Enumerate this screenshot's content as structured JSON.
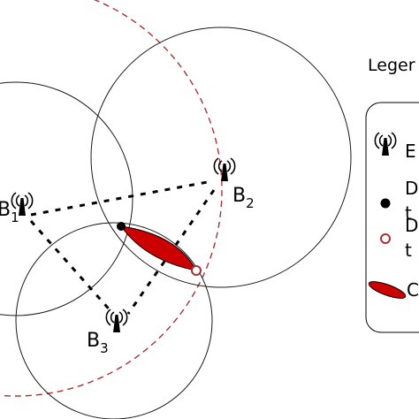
{
  "diagram": {
    "stations": [
      {
        "id": "b1",
        "letter": "B",
        "sub": "1",
        "icon": "antenna-tower-icon"
      },
      {
        "id": "b2",
        "letter": "B",
        "sub": "2",
        "icon": "antenna-tower-icon"
      },
      {
        "id": "b3",
        "letter": "B",
        "sub": "3",
        "icon": "antenna-tower-icon"
      }
    ],
    "colors": {
      "circle": "#1a1a1a",
      "dashed_circle": "#a83232",
      "lens": "#cc0000",
      "links": "#000000"
    }
  },
  "legend": {
    "title": "Leger",
    "items": [
      {
        "icon": "antenna-tower-icon",
        "lines": [
          "E"
        ]
      },
      {
        "icon": "filled-dot-icon",
        "lines": [
          "D",
          "t"
        ]
      },
      {
        "icon": "hollow-dot-icon",
        "lines": [
          "D",
          "t"
        ]
      },
      {
        "icon": "red-ellipse-icon",
        "lines": [
          "C"
        ]
      }
    ]
  }
}
